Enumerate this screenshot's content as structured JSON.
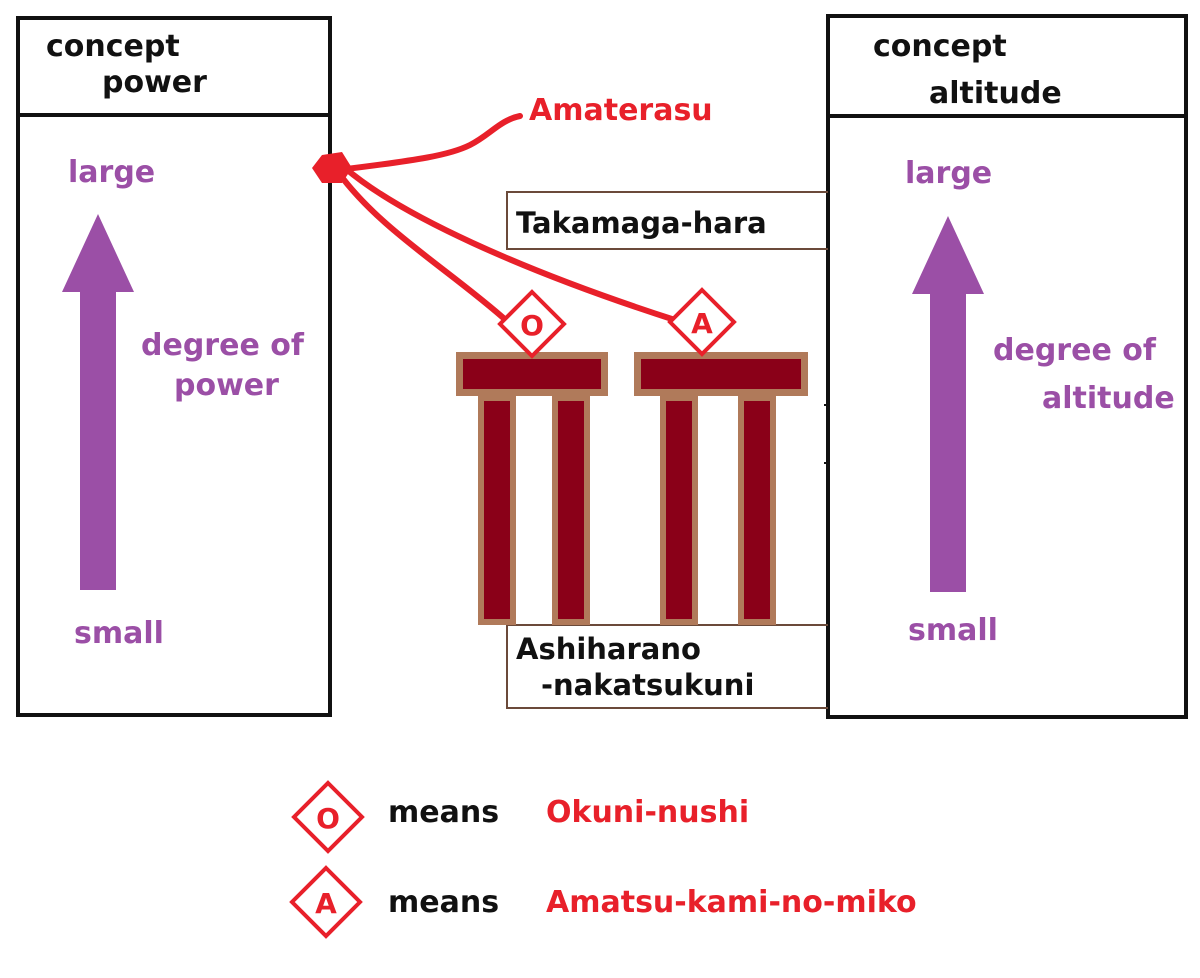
{
  "left_panel": {
    "header_line1": "concept",
    "header_line2": "power",
    "top_label": "large",
    "bottom_label": "small",
    "axis_label_line1": "degree of",
    "axis_label_line2": "power"
  },
  "right_panel": {
    "header_line1": "concept",
    "header_line2": "altitude",
    "top_label": "large",
    "bottom_label": "small",
    "axis_label_line1": "degree of",
    "axis_label_line2": "altitude"
  },
  "amaterasu_label": "Amaterasu",
  "upper_realm_label": "Takamaga-hara",
  "lower_realm_line1": "Ashiharano",
  "lower_realm_line2": "-nakatsukuni",
  "markers": {
    "o": "O",
    "a": "A"
  },
  "legend": [
    {
      "symbol": "O",
      "means": "means",
      "name": "Okuni-nushi"
    },
    {
      "symbol": "A",
      "means": "means",
      "name": "Amatsu-kami-no-miko"
    }
  ],
  "colors": {
    "accent_red": "#e8202a",
    "arrow_purple": "#9b4fa6",
    "torii_fill": "#8a0018",
    "torii_outline": "#b07a5a"
  }
}
